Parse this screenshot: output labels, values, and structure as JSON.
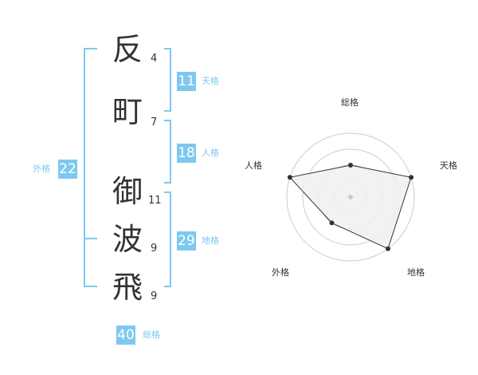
{
  "name_chars": [
    {
      "char": "反",
      "strokes": "4"
    },
    {
      "char": "町",
      "strokes": "7"
    },
    {
      "char": "御",
      "strokes": "11"
    },
    {
      "char": "波",
      "strokes": "9"
    },
    {
      "char": "飛",
      "strokes": "9"
    }
  ],
  "fortunes": {
    "tenkaku": {
      "value": "11",
      "label": "天格"
    },
    "jinkaku": {
      "value": "18",
      "label": "人格"
    },
    "chikaku": {
      "value": "29",
      "label": "地格"
    },
    "gaikaku": {
      "value": "22",
      "label": "外格"
    },
    "soukaku": {
      "value": "40",
      "label": "総格"
    }
  },
  "chart_data": {
    "type": "radar",
    "axes": [
      "総格",
      "天格",
      "地格",
      "外格",
      "人格"
    ],
    "levels": 4,
    "values": [
      0.5,
      1.0,
      1.0,
      0.5,
      1.0
    ],
    "colors": {
      "fill": "#f0f0f0",
      "stroke": "#333333",
      "grid": "#cccccc",
      "accent": "#7ec8f0"
    }
  }
}
